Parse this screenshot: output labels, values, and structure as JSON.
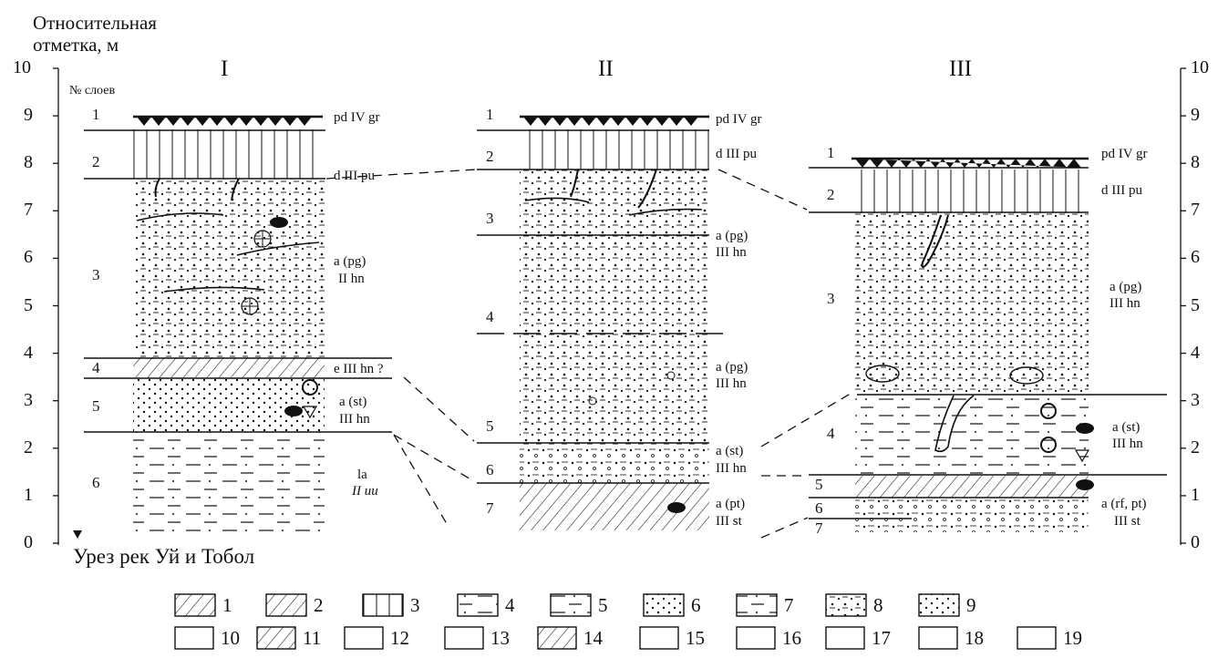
{
  "y_axis": {
    "title_line1": "Относительная",
    "title_line2": "отметка, м",
    "ticks": [
      "10",
      "9",
      "8",
      "7",
      "6",
      "5",
      "4",
      "3",
      "2",
      "1",
      "0"
    ]
  },
  "layers_header": "№ слоев",
  "river_caption": "Урез рек Уй и Тобол",
  "columns": [
    {
      "label": "I",
      "layers": [
        "1",
        "2",
        "3",
        "4",
        "5",
        "6"
      ],
      "ages": [
        {
          "l1": "pd IV gr",
          "l2": ""
        },
        {
          "l1": "d III pu",
          "l2": ""
        },
        {
          "l1": "a (pg)",
          "l2": "II hn"
        },
        {
          "l1": "e III hn ?",
          "l2": ""
        },
        {
          "l1": "a (st)",
          "l2": "III hn"
        },
        {
          "l1": "la",
          "l2": "II uu"
        }
      ]
    },
    {
      "label": "II",
      "layers": [
        "1",
        "2",
        "3",
        "4",
        "5",
        "6",
        "7"
      ],
      "ages": [
        {
          "l1": "pd IV gr",
          "l2": ""
        },
        {
          "l1": "d III pu",
          "l2": ""
        },
        {
          "l1": "a (pg)",
          "l2": "III hn"
        },
        {
          "l1": "a (pg)",
          "l2": "III hn"
        },
        {
          "l1": "a (st)",
          "l2": "III hn"
        },
        {
          "l1": "a (pt)",
          "l2": "III st"
        }
      ]
    },
    {
      "label": "III",
      "layers": [
        "1",
        "2",
        "3",
        "4",
        "5",
        "6",
        "7"
      ],
      "ages": [
        {
          "l1": "pd IV gr",
          "l2": ""
        },
        {
          "l1": "d III pu",
          "l2": ""
        },
        {
          "l1": "a (pg)",
          "l2": "III hn"
        },
        {
          "l1": "a (st)",
          "l2": "III hn"
        },
        {
          "l1": "a (rf, pt)",
          "l2": "III st"
        }
      ]
    }
  ],
  "legend": [
    "1",
    "2",
    "3",
    "4",
    "5",
    "6",
    "7",
    "8",
    "9",
    "10",
    "11",
    "12",
    "13",
    "14",
    "15",
    "16",
    "17",
    "18",
    "19"
  ]
}
